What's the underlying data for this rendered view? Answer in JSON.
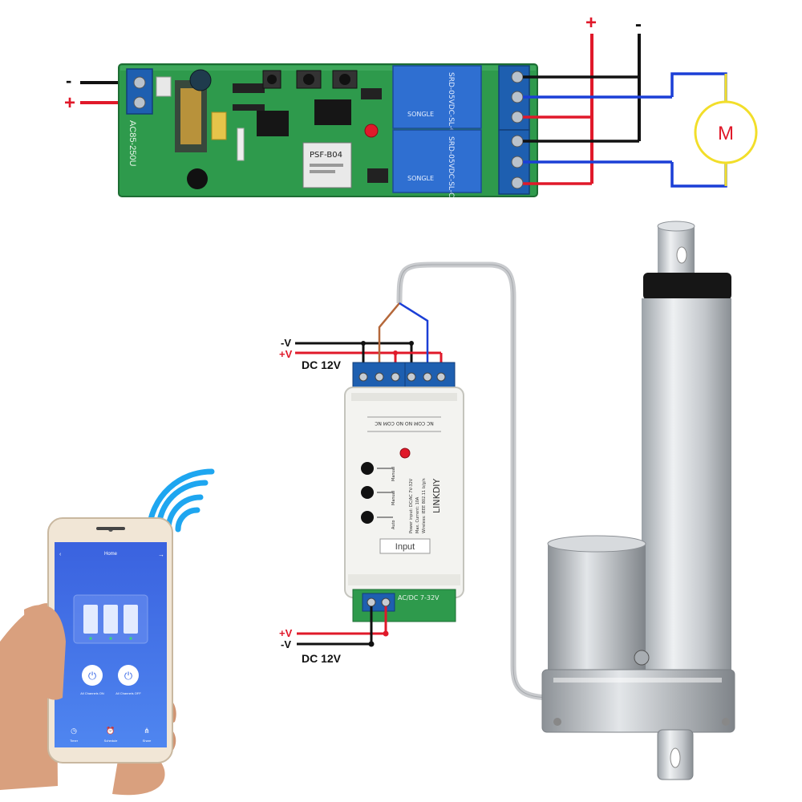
{
  "top_wiring": {
    "supply_minus": "-",
    "supply_plus": "+",
    "motor_plus": "+",
    "motor_minus": "-",
    "motor_label": "M",
    "board_voltage": "AC85-250U",
    "wifi_module": "PSF-B04",
    "relay_text": "SRD-05VDC-SL-C",
    "relay_brand": "SONGLE"
  },
  "module": {
    "top_terminals_label": "NC COM NO  NO COM NC",
    "brand": "LINKDIY",
    "spec_lines": [
      "Power input: DC/AC 7V-32V",
      "Max. Current: 10A",
      "Wireless: IEEE 802.11 b/g/n"
    ],
    "input_label": "Input",
    "bottom_label": "AC/DC 7-32V",
    "button_labels": [
      "Manual",
      "Manual",
      "Auto"
    ]
  },
  "upper_supply": {
    "minus": "-V",
    "plus": "+V",
    "voltage": "DC 12V"
  },
  "lower_supply": {
    "plus": "+V",
    "minus": "-V",
    "voltage": "DC 12V"
  },
  "phone": {
    "app_title": "Home",
    "switch_labels": [
      "All Channels ON",
      "All Channels OFF"
    ],
    "bottom_tabs": [
      "Timer",
      "Schedule",
      "Share"
    ]
  },
  "colors": {
    "wire_red": "#e0192a",
    "wire_black": "#111111",
    "wire_blue": "#1b3fd6",
    "motor_yellow": "#f2de2a",
    "motor_label": "#e0192a",
    "pcb_green": "#2e9a4c",
    "terminal_blue": "#1e5fb0",
    "relay_blue": "#2f6fd1",
    "phone_screen": "#3f6ee8"
  }
}
